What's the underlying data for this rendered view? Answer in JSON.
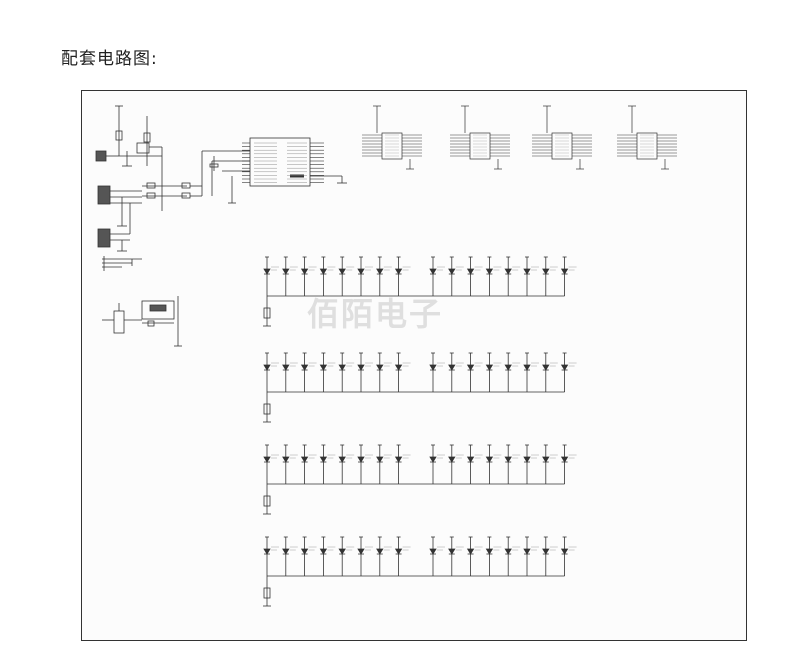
{
  "page": {
    "caption": "配套电路图:"
  },
  "schematic": {
    "watermark_text": "佰陌电子",
    "line_color": "#333333",
    "led_rows": 4,
    "leds_left_group": 8,
    "leds_right_group": 8,
    "shift_register_chips": 4
  }
}
